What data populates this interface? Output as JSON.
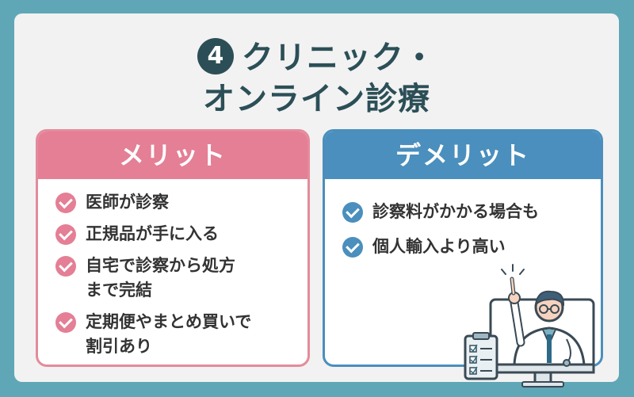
{
  "title": {
    "number": "4",
    "line1": "クリニック・",
    "line2": "オンライン診療"
  },
  "merit": {
    "heading": "メリット",
    "items": [
      {
        "line1": "医師が診察",
        "line2": ""
      },
      {
        "line1": "正規品が手に入る",
        "line2": ""
      },
      {
        "line1": "自宅で診察から処方",
        "line2": "まで完結"
      },
      {
        "line1": "定期便やまとめ買いで",
        "line2": "割引あり"
      }
    ]
  },
  "demerit": {
    "heading": "デメリット",
    "items": [
      {
        "line1": "診察料がかかる場合も"
      },
      {
        "line1": "個人輸入より高い"
      }
    ]
  },
  "colors": {
    "background": "#5fa7b6",
    "card": "#f2f2f2",
    "title": "#2c4f57",
    "merit_accent": "#e47f95",
    "demerit_accent": "#4a8fbd"
  },
  "icons": {
    "check": "check-circle-icon",
    "doctor": "doctor-on-monitor-illustration",
    "clipboard": "clipboard-checklist-icon"
  }
}
